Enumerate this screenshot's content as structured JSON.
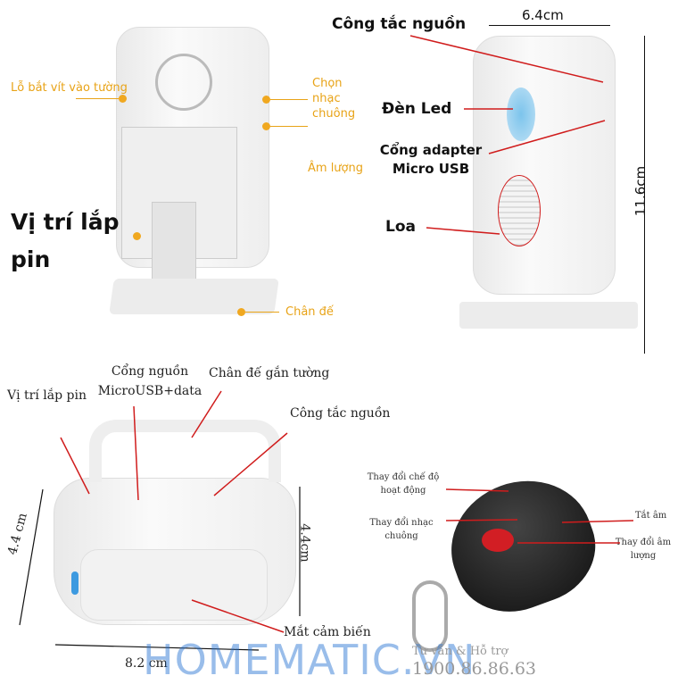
{
  "back_view": {
    "labels": {
      "screw_hole": "Lỗ bắt vít vào tường",
      "ringtone": "Chọn nhạc chuông",
      "volume": "Âm lượng",
      "battery": "Vị trí lắp pin",
      "stand": "Chân đế"
    }
  },
  "front_view": {
    "labels": {
      "power_switch": "Công tắc nguồn",
      "led": "Đèn Led",
      "adapter": "Cổng adapter Micro USB",
      "speaker": "Loa"
    },
    "width": "6.4cm",
    "height": "11.6cm"
  },
  "sensor_view": {
    "labels": {
      "power_port": "Cổng nguồn MicroUSB+data",
      "wall_mount": "Chân đế gắn tường",
      "battery": "Vị trí lắp pin",
      "power_switch": "Công tắc nguồn",
      "sensor": "Mắt cảm biến"
    },
    "height_left": "4.4 cm",
    "height_right": "4.4cm",
    "width": "8.2 cm"
  },
  "remote": {
    "labels": {
      "mode": "Thay đổi chế độ hoạt động",
      "ringtone": "Thay đổi nhạc chuông",
      "mute": "Tắt âm",
      "volume": "Thay đổi âm lượng"
    }
  },
  "watermark": {
    "brand": "HOMEMATIC.VN",
    "support": "Tư vấn & Hỗ trợ",
    "phone": "1900.86.86.63"
  },
  "colors": {
    "accent_orange": "#e8a317",
    "arrow_red": "#d01c1c",
    "brand_blue": "#1f6fd1"
  }
}
